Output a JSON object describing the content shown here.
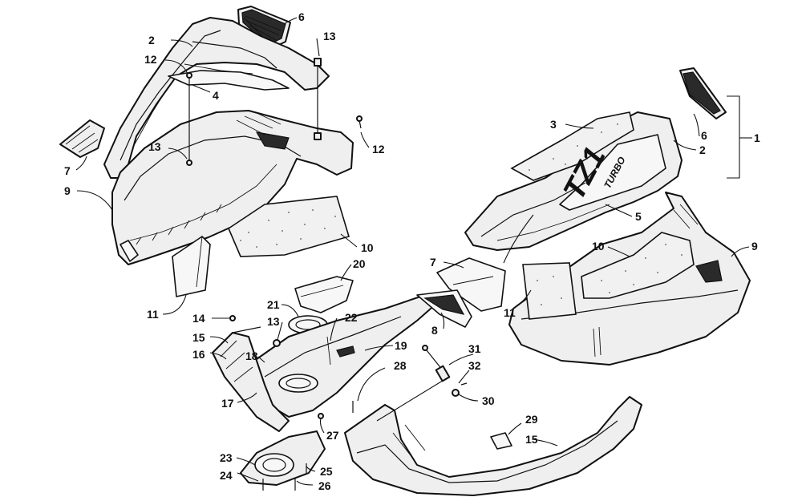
{
  "diagram": {
    "decal_text": {
      "model": "TZ1",
      "suffix": "TURBO"
    },
    "callouts": {
      "c6_top": "6",
      "c13_top": "13",
      "c2_left": "2",
      "c12_left": "12",
      "c4": "4",
      "c13_mid": "13",
      "c12_right": "12",
      "c7_left": "7",
      "c9_left": "9",
      "c10_left": "10",
      "c20": "20",
      "c11_left": "11",
      "c21": "21",
      "c14": "14",
      "c13_low": "13",
      "c22": "22",
      "c15_left": "15",
      "c16": "16",
      "c18": "18",
      "c19": "19",
      "c28": "28",
      "c17": "17",
      "c27": "27",
      "c23": "23",
      "c25": "25",
      "c24": "24",
      "c26": "26",
      "c3": "3",
      "c6_right": "6",
      "c1": "1",
      "c2_right": "2",
      "c5": "5",
      "c10_right": "10",
      "c9_right": "9",
      "c7_mid": "7",
      "c8": "8",
      "c11_right": "11",
      "c31": "31",
      "c32": "32",
      "c30": "30",
      "c29": "29",
      "c15_right": "15"
    }
  }
}
